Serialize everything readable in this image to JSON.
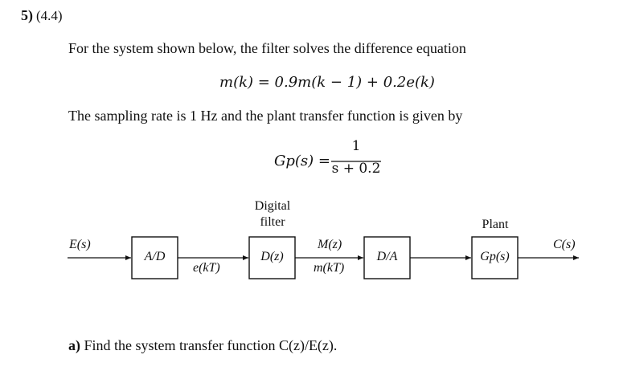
{
  "problem": {
    "number": "5)",
    "points": "(4.4)"
  },
  "intro": "For the system shown below, the filter solves the difference equation",
  "equation1": "m(k) = 0.9m(k − 1) + 0.2e(k)",
  "sampling_text": "The sampling rate is 1 Hz and the plant transfer function is given by",
  "equation2": {
    "lhs": "Gp(s) =",
    "numerator": "1",
    "denominator": "s + 0.2"
  },
  "diagram": {
    "input_signal": "E(s)",
    "output_signal": "C(s)",
    "blocks": {
      "ad": "A/D",
      "filter": "D(z)",
      "da": "D/A",
      "plant": "Gp(s)"
    },
    "labels": {
      "digital": "Digital",
      "filter": "filter",
      "plant": "Plant",
      "ekt": "e(kT)",
      "mz": "M(z)",
      "mkt": "m(kT)"
    }
  },
  "question_a": {
    "label": "a)",
    "text": "Find the system transfer function C(z)/E(z)."
  }
}
